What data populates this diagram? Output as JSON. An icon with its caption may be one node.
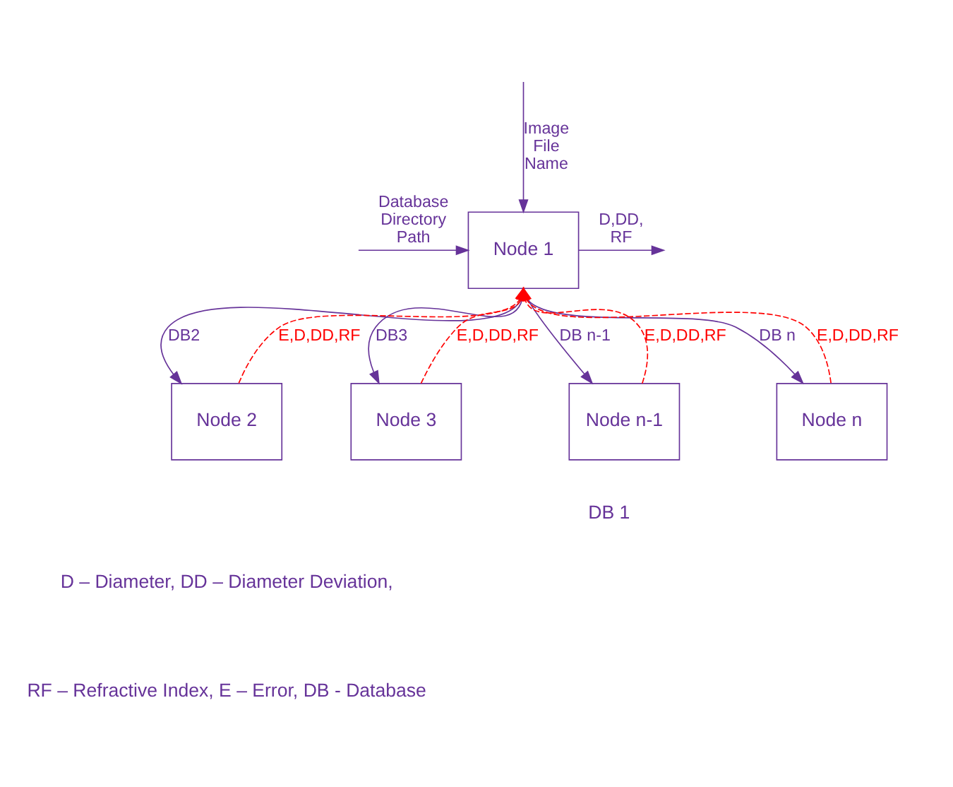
{
  "diagram": {
    "nodes": [
      {
        "text": [
          "Node 1"
        ]
      },
      {
        "text": [
          "Node 2"
        ]
      },
      {
        "text": [
          "Node 3"
        ]
      },
      {
        "text": [
          "Node n-1"
        ]
      },
      {
        "text": [
          "Node n"
        ]
      }
    ],
    "edges": [
      {
        "from": null,
        "to": 0,
        "arrow": "to",
        "label": "Image File Name"
      },
      {
        "from": null,
        "to": 0,
        "arrow": "to",
        "label": "Database Directory Path"
      },
      {
        "from": 0,
        "to": null,
        "arrow": "to",
        "label": "D,DD, RF"
      },
      {
        "from": 0,
        "to": 1,
        "arrow": "to",
        "label": "DB2"
      },
      {
        "from": 1,
        "to": 0,
        "arrow": "to",
        "label": "E,D,DD,RF",
        "style": "dashed",
        "color": "#ff0000"
      },
      {
        "from": 0,
        "to": 2,
        "arrow": "to",
        "label": "DB3"
      },
      {
        "from": 2,
        "to": 0,
        "arrow": "to",
        "label": "E,D,DD,RF",
        "style": "dashed",
        "color": "#ff0000"
      },
      {
        "from": 3,
        "to": 0,
        "arrow": "to",
        "label": "E,D,DD,RF",
        "style": "dashed",
        "color": "#ff0000"
      },
      {
        "from": 0,
        "to": 3,
        "arrow": "to",
        "label": "DB n-1"
      },
      {
        "from": 0,
        "to": 4,
        "arrow": "to",
        "label": "DB n"
      },
      {
        "from": 4,
        "to": 0,
        "arrow": "to",
        "label": "E,D,DD,RF",
        "style": "dashed",
        "color": "#ff0000"
      }
    ],
    "labels": [
      "DB 1",
      "D – Diameter, DD – Diameter Deviation,",
      "RF – Refractive Index, E – Error, DB - Database"
    ]
  }
}
